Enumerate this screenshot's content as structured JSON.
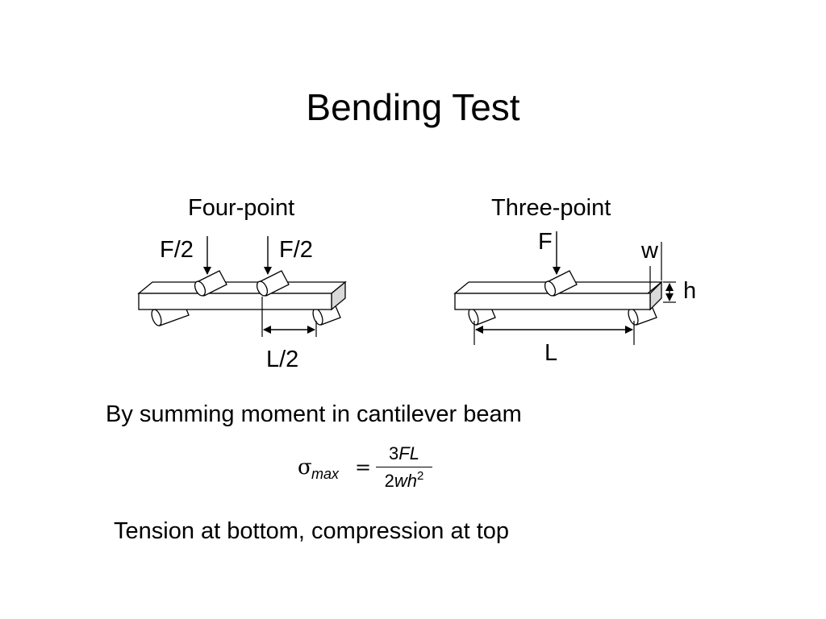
{
  "title": "Bending Test",
  "four_point": {
    "heading": "Four-point",
    "load_left": "F/2",
    "load_right": "F/2",
    "span_label": "L/2"
  },
  "three_point": {
    "heading": "Three-point",
    "load": "F",
    "width_label": "w",
    "height_label": "h",
    "span_label": "L"
  },
  "statement": "By summing moment in cantilever beam",
  "formula": {
    "lhs_symbol": "σ",
    "lhs_subscript": "max",
    "equals": "=",
    "numerator_coef": "3",
    "numerator_vars": "FL",
    "denominator_coef": "2",
    "denominator_vars": "wh",
    "denominator_exp": "2"
  },
  "conclusion": "Tension at bottom, compression at top"
}
